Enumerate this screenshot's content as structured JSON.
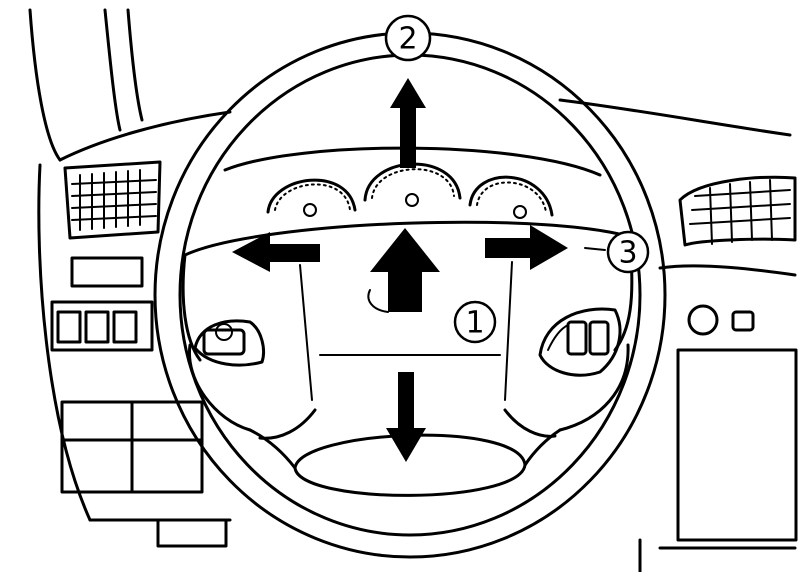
{
  "labels": {
    "center": "1",
    "top": "2",
    "right": "3"
  },
  "icons": {
    "up_center": "arrow-up-icon",
    "down": "arrow-down-icon",
    "left": "arrow-left-icon",
    "right": "arrow-right-icon",
    "top": "arrow-up-icon"
  },
  "colors": {
    "line": "#000000",
    "background": "#ffffff"
  }
}
